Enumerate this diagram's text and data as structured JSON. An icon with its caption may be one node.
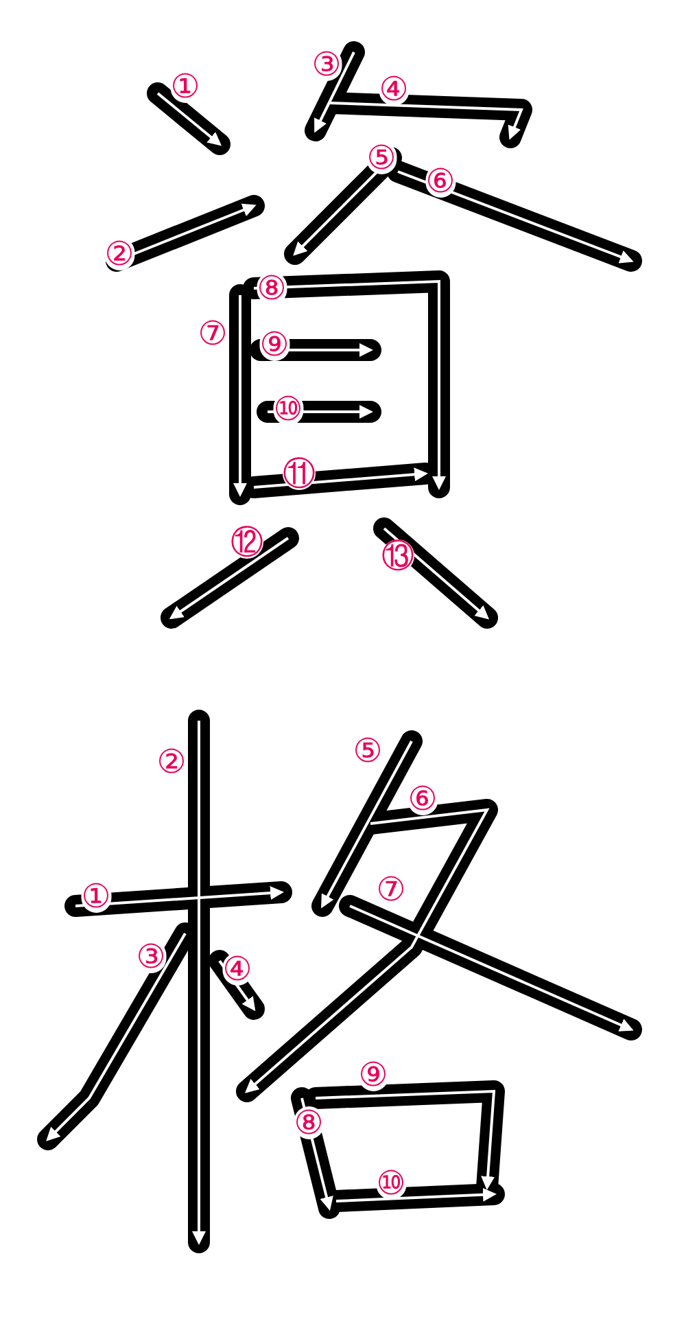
{
  "diagram": {
    "labels": [
      "①",
      "②",
      "③",
      "④",
      "⑤",
      "⑥",
      "⑦",
      "⑧",
      "⑨",
      "⑩",
      "⑪",
      "⑫",
      "⑬",
      "①",
      "②",
      "③",
      "④",
      "⑤",
      "⑥",
      "⑦",
      "⑧",
      "⑨",
      "⑩"
    ]
  }
}
